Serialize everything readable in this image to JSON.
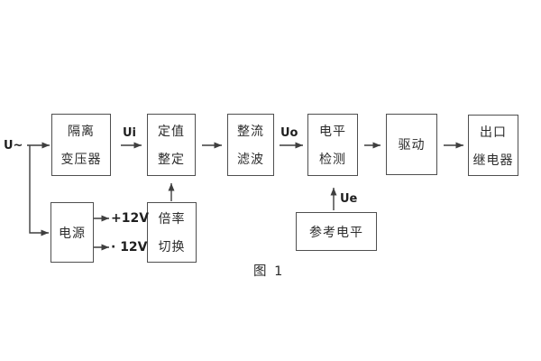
{
  "figure": {
    "caption": "图 1"
  },
  "labels": {
    "input": "U~",
    "ui": "Ui",
    "uo": "Uo",
    "ue": "Ue",
    "plus12v": "+12V",
    "minus12v": "· 12V"
  },
  "blocks": {
    "isolation_transformer": {
      "line1": "隔离",
      "line2": "变压器"
    },
    "setting_adjust": {
      "line1": "定值",
      "line2": "整定"
    },
    "rectifier_filter": {
      "line1": "整流",
      "line2": "滤波"
    },
    "level_detect": {
      "line1": "电平",
      "line2": "检测"
    },
    "driver": {
      "line1": "驱动"
    },
    "output_relay": {
      "line1": "出口",
      "line2": "继电器"
    },
    "power_supply": {
      "line1": "电源"
    },
    "ratio_switch": {
      "line1": "倍率",
      "line2": "切换"
    },
    "reference_level": {
      "line1": "参考电平"
    }
  },
  "colors": {
    "line_color": "#3f3f3f",
    "border_color": "#4f4f4f",
    "text_color": "#2b2b2b",
    "label_color": "#1f1f1f",
    "background": "#ffffff"
  }
}
